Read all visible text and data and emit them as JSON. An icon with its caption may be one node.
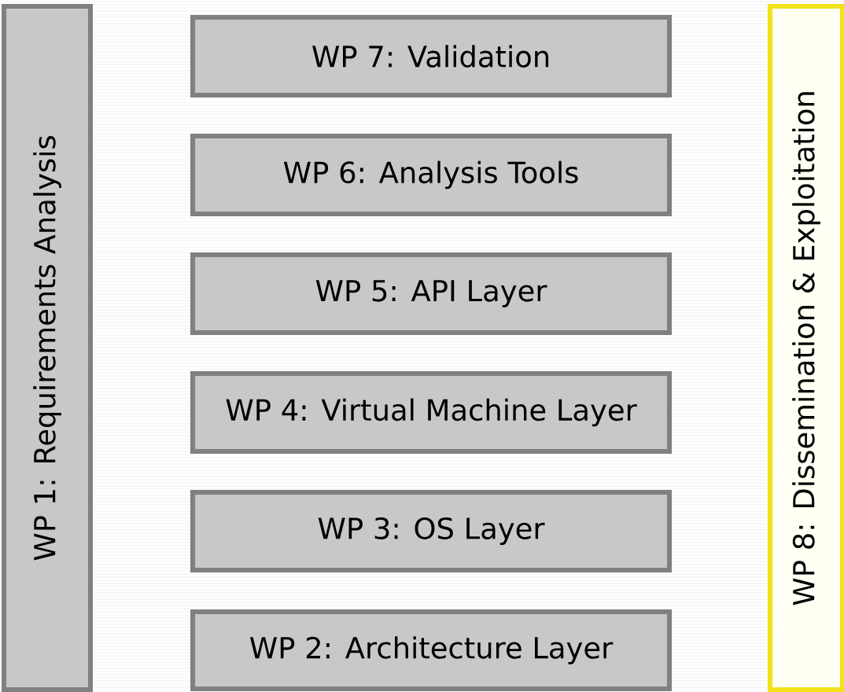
{
  "diagram": {
    "nodes": [
      {
        "text": [
          "WP 1: Requirements Analysis"
        ]
      },
      {
        "text": [
          "WP 7: Validation"
        ]
      },
      {
        "text": [
          "WP 6: Analysis Tools"
        ]
      },
      {
        "text": [
          "WP 5: API Layer"
        ]
      },
      {
        "text": [
          "WP 4: Virtual Machine Layer"
        ]
      },
      {
        "text": [
          "WP 3: OS Layer"
        ]
      },
      {
        "text": [
          "WP 2: Architecture Layer"
        ]
      },
      {
        "text": [
          "WP 8: Dissemination & Exploitation"
        ]
      }
    ]
  }
}
